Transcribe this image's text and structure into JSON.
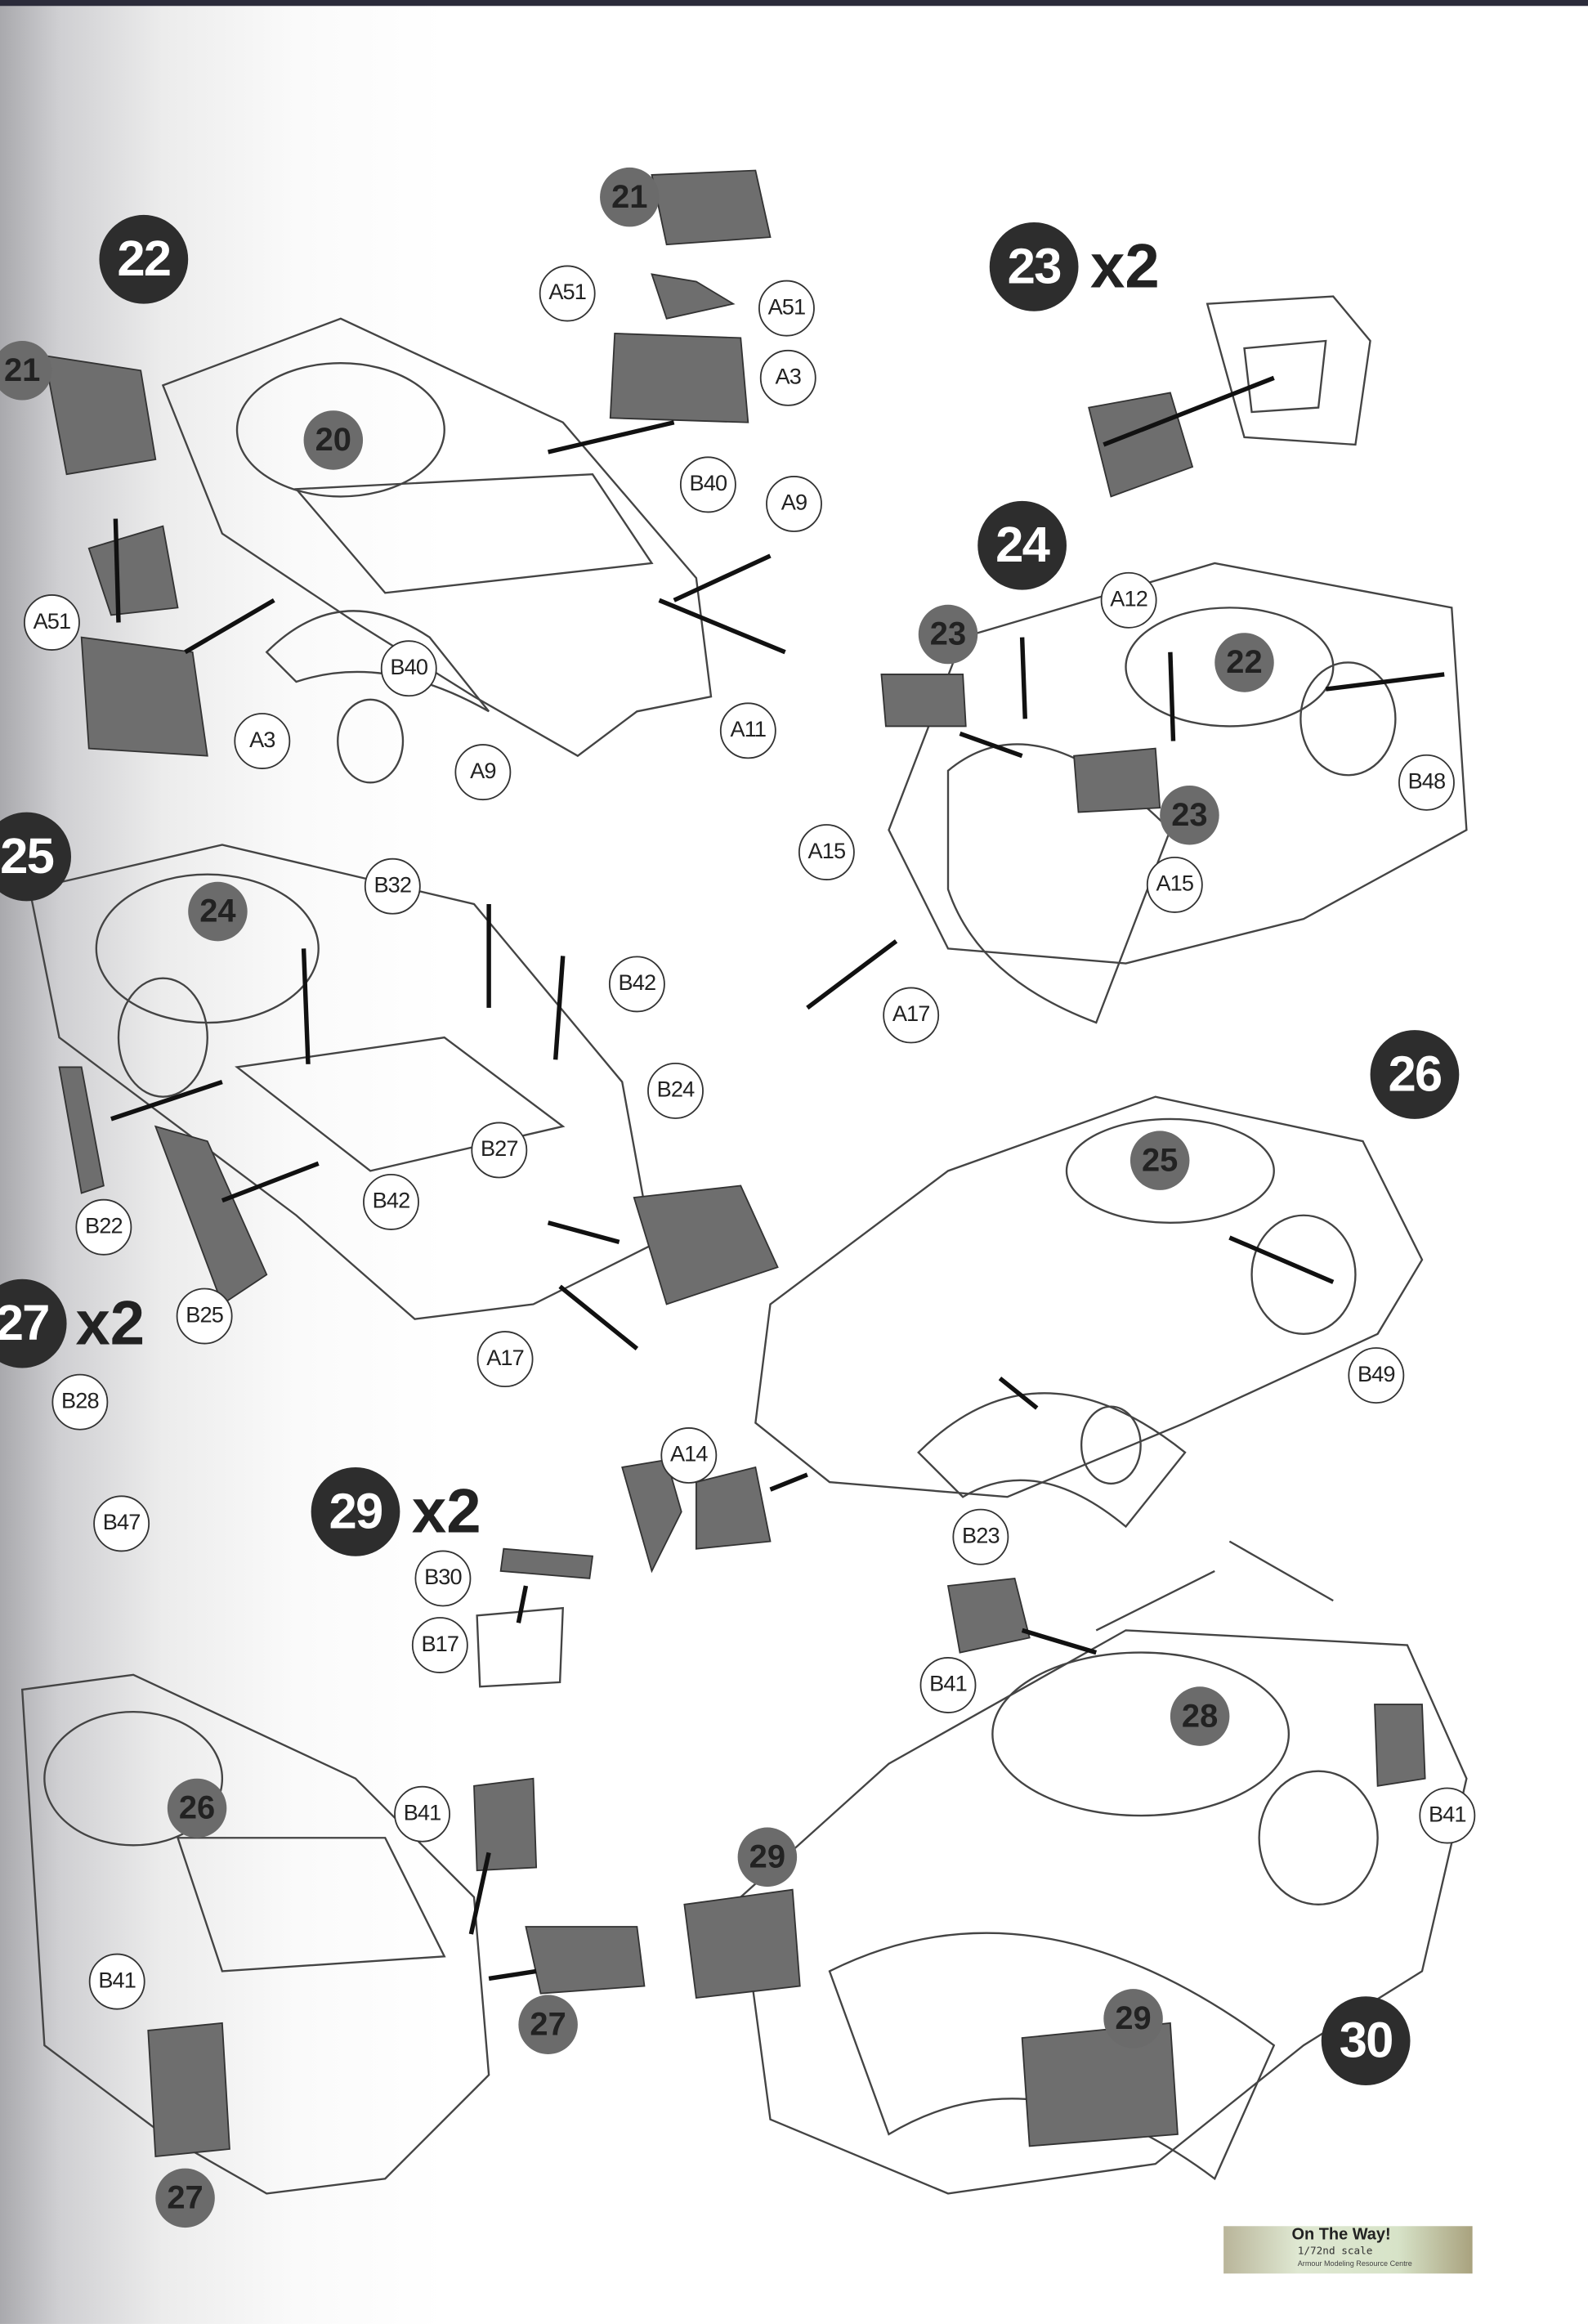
{
  "steps": [
    {
      "number": "22"
    },
    {
      "number": "23",
      "multiplier": "x2"
    },
    {
      "number": "24"
    },
    {
      "number": "25"
    },
    {
      "number": "26"
    },
    {
      "number": "27",
      "multiplier": "x2"
    },
    {
      "number": "29",
      "multiplier": "x2"
    },
    {
      "number": "30"
    }
  ],
  "subassemblies": [
    "21",
    "21",
    "20",
    "23",
    "22",
    "23",
    "24",
    "25",
    "26",
    "27",
    "27",
    "28",
    "29",
    "29"
  ],
  "parts": [
    "A51",
    "A51",
    "A3",
    "B40",
    "A9",
    "A51",
    "B40",
    "A3",
    "A11",
    "A9",
    "A12",
    "B48",
    "A15",
    "A15",
    "A17",
    "B32",
    "B42",
    "B24",
    "B27",
    "B42",
    "B22",
    "B25",
    "A17",
    "B49",
    "B28",
    "B47",
    "A14",
    "B23",
    "B30",
    "B17",
    "B41",
    "B41",
    "B41",
    "B41"
  ],
  "logo": {
    "title": "On The Way!",
    "scale": "1/72nd scale",
    "subtitle": "Armour Modeling Resource Centre"
  },
  "colors": {
    "step_circle": "#2d2d2d",
    "sub_circle": "#6b6b6b",
    "part_fill": "#6e6e6e"
  }
}
